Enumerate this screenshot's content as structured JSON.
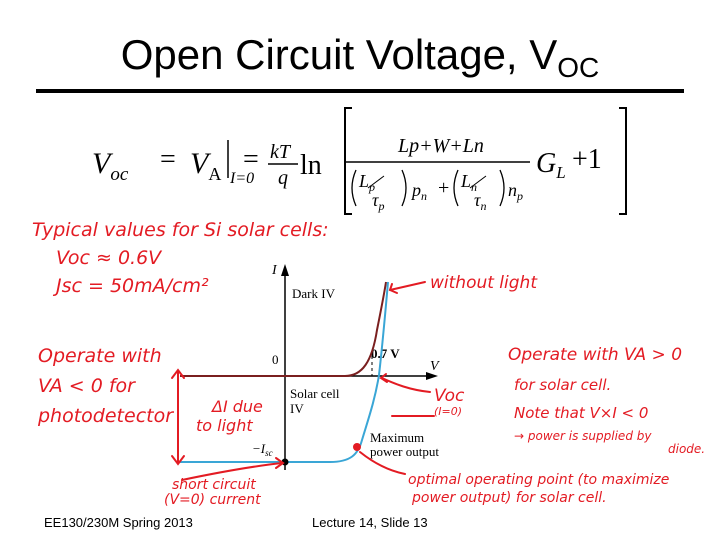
{
  "slide": {
    "title_main": "Open Circuit Voltage, V",
    "title_sub": "OC"
  },
  "equation": {
    "lhs": "V",
    "lhs_sub": "oc",
    "eq": "=",
    "va": "V",
    "va_sub": "A",
    "cond": "I=0",
    "eq2": "=",
    "kt": "kT",
    "q": "q",
    "ln": "ln",
    "num": "Lp+W+Ln",
    "gl": "G",
    "gl_sub": "L",
    "plus1": "+1",
    "d1_l": "L",
    "d1_l_sub": "p",
    "d1_tau": "τ",
    "d1_tau_sub": "p",
    "d1_n": "p",
    "d1_n_sub": "n",
    "d2_l": "L",
    "d2_l_sub": "n",
    "d2_tau": "τ",
    "d2_tau_sub": "n",
    "d2_n": "n",
    "d2_n_sub": "p",
    "plus": "+"
  },
  "notes": {
    "typical_1": "Typical values for Si solar cells:",
    "typical_2": "Voc ≈ 0.6V",
    "typical_3": "Jsc = 50mA/cm²",
    "left_1": "Operate with",
    "left_2": "VA < 0 for",
    "left_3": "photodetector",
    "delta_1": "ΔI due",
    "delta_2": "to light",
    "without": "without light",
    "right_1": "Operate with VA > 0",
    "right_2": "for solar cell.",
    "right_3": "Note that V×I < 0",
    "right_4": "→ power is supplied by",
    "right_5": "diode.",
    "voc_1": "Voc",
    "voc_2": "(I=0)",
    "short_1": "short circuit",
    "short_2": "(V=0) current",
    "opt_1": "optimal operating point (to maximize",
    "opt_2": "power output) for solar cell."
  },
  "plot": {
    "i_axis": "I",
    "v_axis": "V",
    "zero": "0",
    "dark_iv": "Dark IV",
    "v07": "0.7 V",
    "solar_1": "Solar cell",
    "solar_2": "IV",
    "isc": "−I",
    "isc_sub": "sc",
    "max_1": "Maximum",
    "max_2": "power output"
  },
  "footer": {
    "left": "EE130/230M Spring 2013",
    "right": "Lecture 14, Slide 13"
  },
  "colors": {
    "annotation_red": "#e31b23",
    "dark_curve": "#7a1f1f",
    "solar_curve": "#3aa6d6"
  }
}
